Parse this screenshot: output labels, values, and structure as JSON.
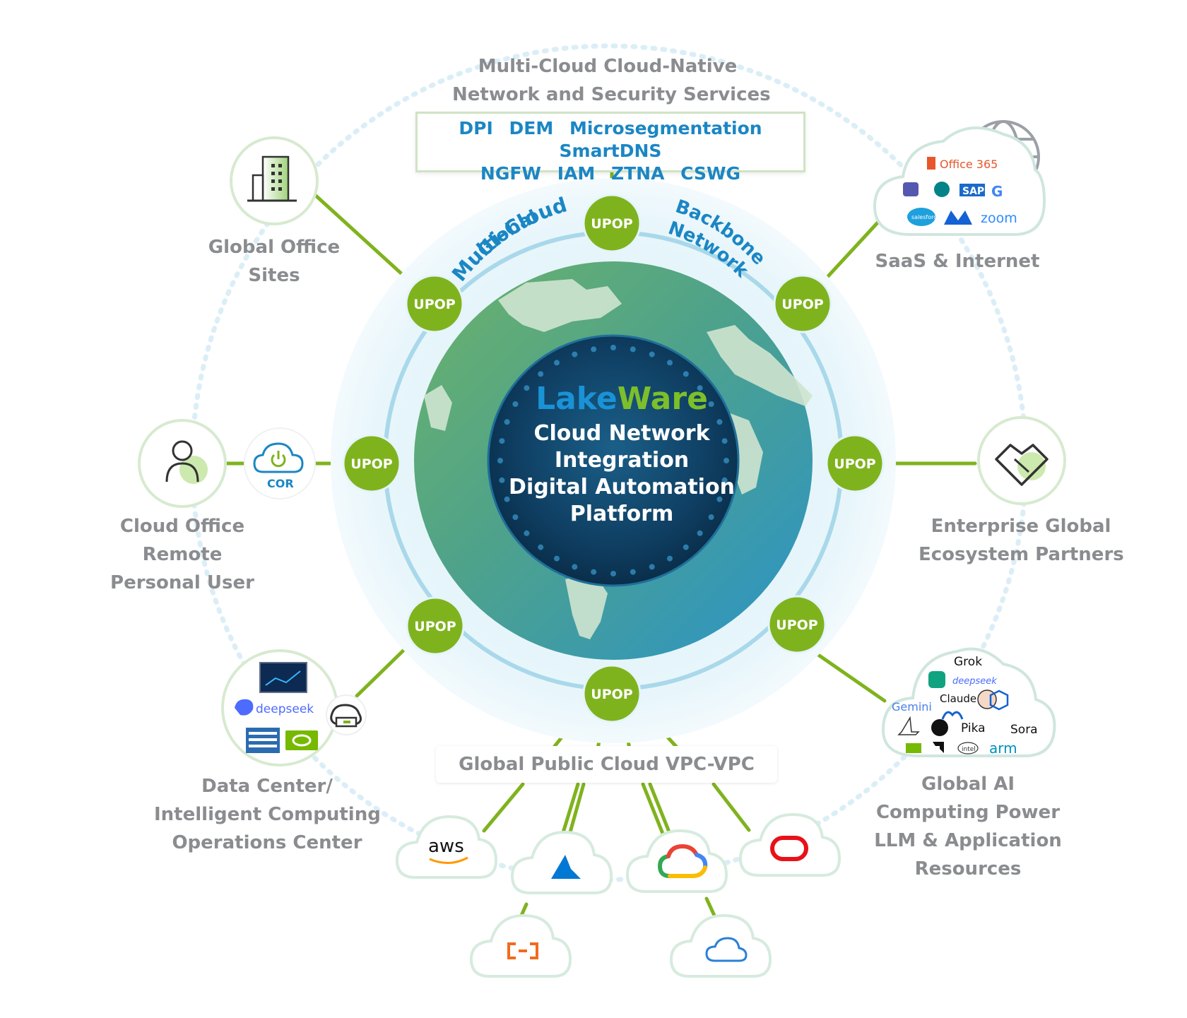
{
  "top_title": [
    "Multi-Cloud Cloud-Native",
    "Network and Security Services"
  ],
  "services_row1": [
    "DPI",
    "DEM",
    "Microsegmentation",
    "SmartDNS"
  ],
  "services_row2": [
    "NGFW",
    "IAM",
    "ZTNA",
    "CSWG"
  ],
  "center": {
    "brand_part1": "Lake",
    "brand_part2": "Ware",
    "lines": [
      "Cloud Network",
      "Integration",
      "Digital Automation",
      "Platform"
    ]
  },
  "ring_labels": {
    "left": [
      "Global",
      "Multi-Cloud"
    ],
    "right": [
      "Backbone",
      "Network"
    ]
  },
  "upop_label": "UPOP",
  "nodes": {
    "office": [
      "Global Office",
      "Sites"
    ],
    "saas": [
      "SaaS & Internet"
    ],
    "remote": [
      "Cloud Office",
      "Remote",
      "Personal  User"
    ],
    "partners": [
      "Enterprise Global",
      "Ecosystem Partners"
    ],
    "datacenter": [
      "Data Center/",
      "Intelligent Computing",
      "Operations Center"
    ],
    "ai": [
      "Global AI",
      "Computing Power",
      "LLM & Application",
      "Resources"
    ]
  },
  "vpc_label": "Global Public Cloud VPC-VPC",
  "cor_label": "COR",
  "saas_logos": {
    "office365": "Office 365",
    "sap": "SAP",
    "google": "G",
    "salesforce": "salesforce",
    "zoom": "zoom"
  },
  "datacenter_logos": {
    "deepseek": "deepseek"
  },
  "ai_logos": [
    "Grok",
    "deepseek",
    "Gemini",
    "Claude",
    "Pika",
    "Sora",
    "intel",
    "arm"
  ],
  "cloud_logos": {
    "aws": "aws"
  },
  "colors": {
    "green": "#7fb31e",
    "blue": "#1b86c4",
    "gray_text": "#8a8c8f",
    "halo": "#e5f4fa",
    "ring": "#a9d8ea"
  }
}
